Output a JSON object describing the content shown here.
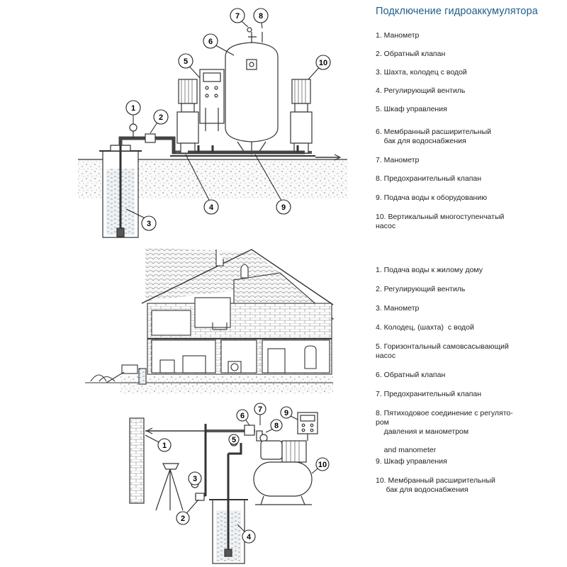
{
  "title": "Подключение гидроаккумулятора",
  "legend_top": [
    "1. Манометр",
    "2. Обратный клапан",
    "3. Шахта, колодец с водой",
    "4. Регулирующий вентиль",
    "5. Шкаф управления",
    "6. Мембранный расширительный\n    бак для водоснабжения",
    "7. Манометр",
    "8. Предохранительный клапан",
    "9. Подача воды к оборудованию",
    "10. Вертикальный многоступенчатый\nнасос"
  ],
  "legend_bottom": [
    "1. Подача воды к жилому дому",
    "2. Регулирующий вентиль",
    "3. Манометр",
    "4. Колодец, (шахта)  с водой",
    "5. Горизонтальный самовсасывающий\nнасос",
    "6. Обратный клапан",
    "7. Предохранительный клапан",
    "8. Пятиходовое соединение с регулято-\nром\n    давления и манометром\n\n    and manometer",
    "9. Шкаф управления",
    "10. Мембранный расширительный\n     бак для водоснабжения"
  ],
  "callouts_top": [
    "1",
    "2",
    "3",
    "4",
    "5",
    "6",
    "7",
    "8",
    "9",
    "10"
  ],
  "callouts_bottom": [
    "1",
    "2",
    "3",
    "4",
    "5",
    "6",
    "7",
    "8",
    "9",
    "10"
  ],
  "colors": {
    "title": "#1f5f8b",
    "line": "#333333",
    "water": "#cfd8e0"
  }
}
